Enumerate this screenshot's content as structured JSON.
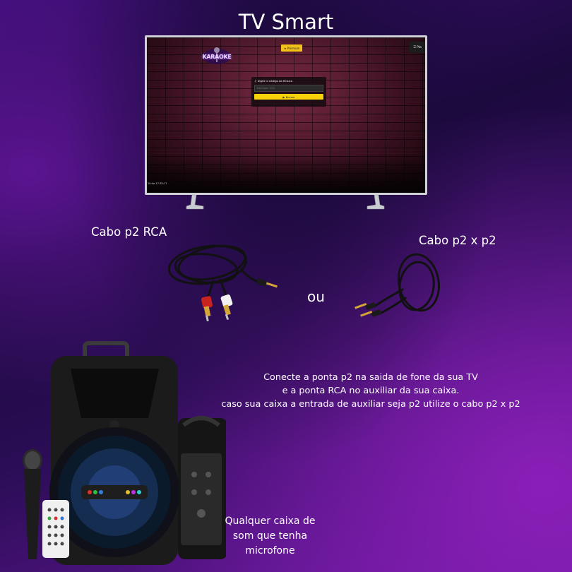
{
  "title": "TV Smart",
  "tv_screen": {
    "logo_text": "KARAOKE",
    "premium_label": "Premium",
    "menu_label": "Pla",
    "search": {
      "label": "Digite o Código da Música",
      "placeholder": "Exemplo: 123",
      "button_label": "Buscar"
    },
    "clock": "20:4e 17:35:17"
  },
  "cable_rca_label": "Cabo p2 RCA",
  "cable_p2_label": "Cabo p2  x p2",
  "or_label": "ou",
  "instructions": {
    "line1": "Conecte a ponta p2 na saida de fone da sua TV",
    "line2": "e a ponta RCA no auxiliar da sua caixa.",
    "line3": "caso sua caixa a entrada de auxiliar seja p2 utilize o cabo p2 x p2"
  },
  "speaker_note": {
    "line1": "Qualquer caixa de",
    "line2": "som que tenha",
    "line3": "microfone"
  },
  "colors": {
    "background_dark": "#1c0a3e",
    "background_purple": "#8a1fb8",
    "accent_yellow": "#f7d20a",
    "rca_red": "#c8231e",
    "rca_white": "#f2f2f2",
    "plug_gold": "#d4a537"
  }
}
